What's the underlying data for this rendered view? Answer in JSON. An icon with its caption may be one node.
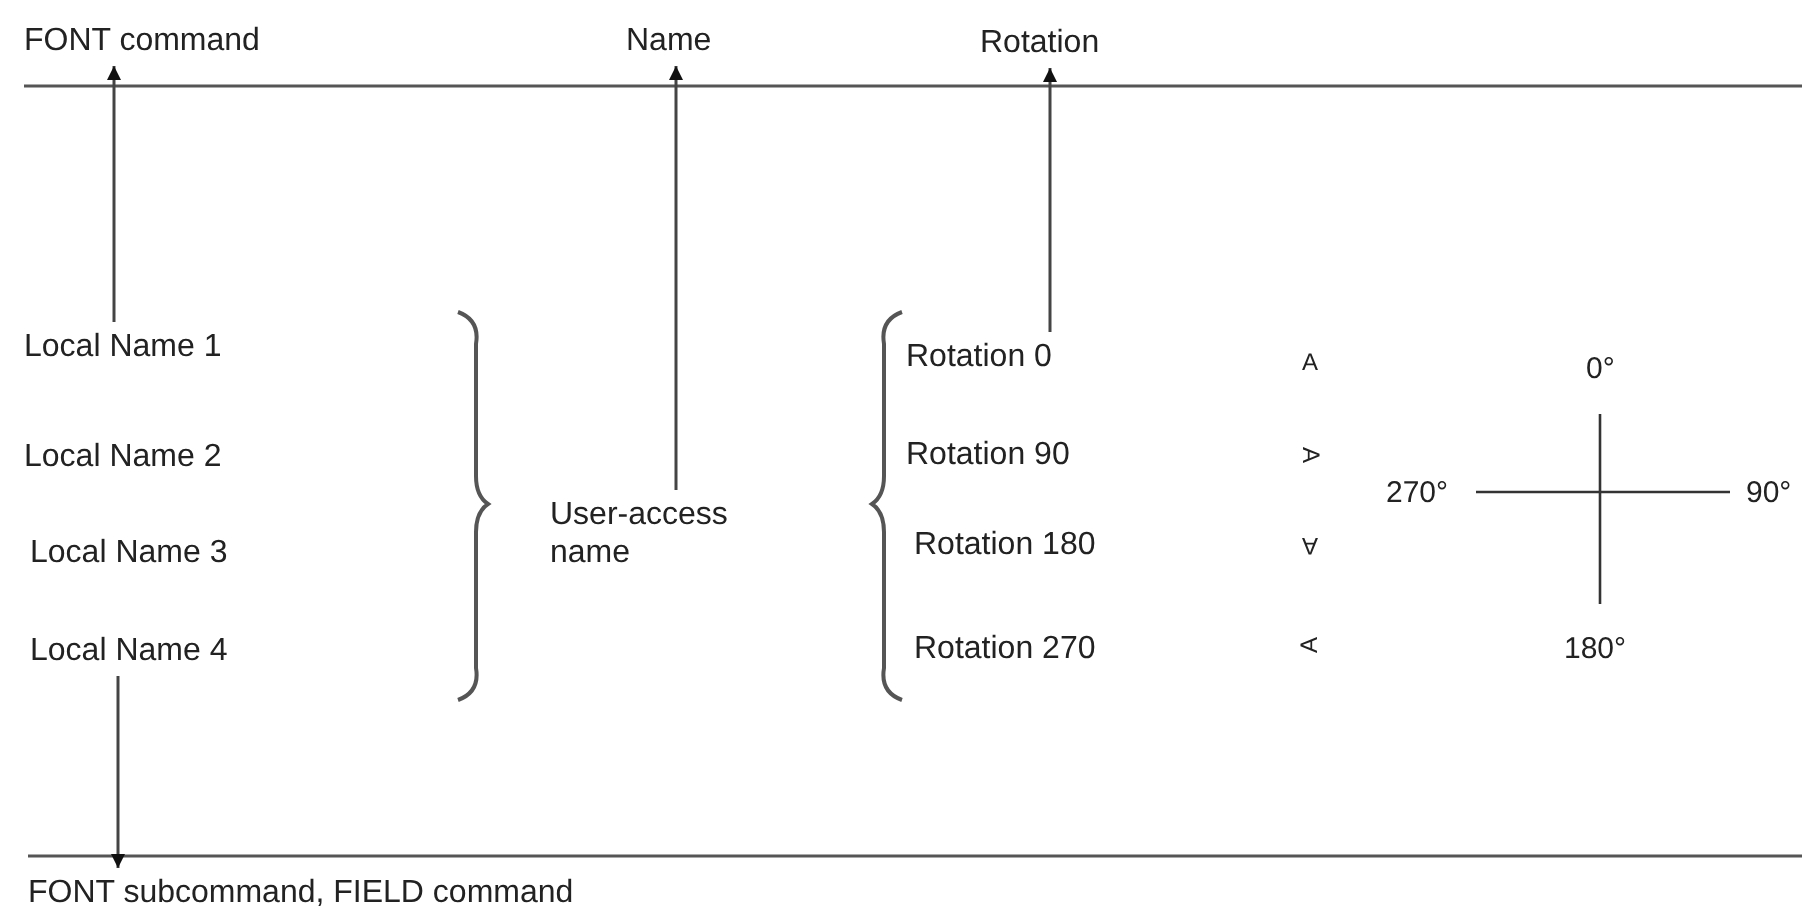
{
  "diagram": {
    "nodes": [
      {
        "text": [
          "FONT command"
        ]
      },
      {
        "text": [
          "Name"
        ]
      },
      {
        "text": [
          "Rotation"
        ]
      },
      {
        "text": [
          "Local Name 1"
        ]
      },
      {
        "text": [
          "Local Name 2"
        ]
      },
      {
        "text": [
          "Local Name 3"
        ]
      },
      {
        "text": [
          "Local Name 4"
        ]
      },
      {
        "text": [
          "User-access name"
        ]
      },
      {
        "text": [
          "Rotation 0"
        ]
      },
      {
        "text": [
          "Rotation 90"
        ]
      },
      {
        "text": [
          "Rotation 180"
        ]
      },
      {
        "text": [
          "Rotation 270"
        ]
      },
      {
        "text": [
          "FONT subcommand, FIELD command"
        ]
      }
    ],
    "edges": [
      {
        "from": 3,
        "to": 0,
        "arrow": "to"
      },
      {
        "from": 7,
        "to": 1,
        "arrow": "to"
      },
      {
        "from": 8,
        "to": 2,
        "arrow": "to"
      },
      {
        "from": 6,
        "to": 12,
        "arrow": "to"
      }
    ],
    "labels": [
      "A",
      "0°",
      "A",
      "270°",
      "90°",
      "A",
      "A",
      "180°"
    ]
  }
}
